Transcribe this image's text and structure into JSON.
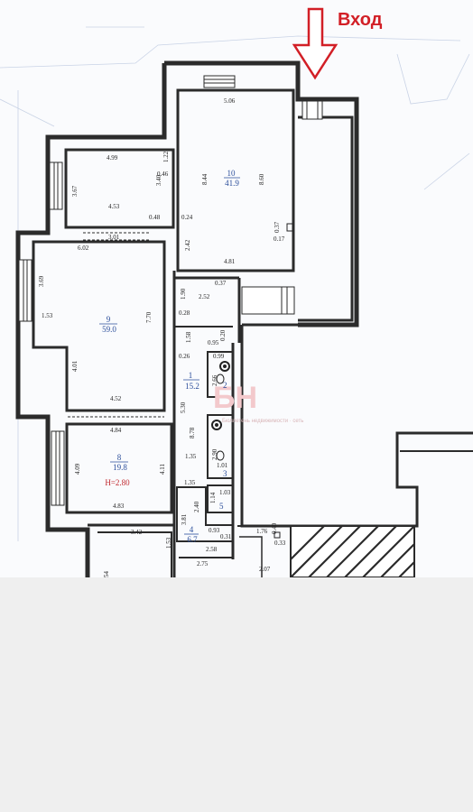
{
  "entry_label": "Вход",
  "watermark": {
    "logo": "БН",
    "subtitle": "Бюллетень недвижимости · сеть"
  },
  "rooms": [
    {
      "id": "r10",
      "number": "10",
      "area": "41.9"
    },
    {
      "id": "r9",
      "number": "9",
      "area": "59.0"
    },
    {
      "id": "r8",
      "number": "8",
      "area": "19.8",
      "height": "H=2.80"
    },
    {
      "id": "r1",
      "number": "1",
      "area": "15.2"
    },
    {
      "id": "r2",
      "number": "2"
    },
    {
      "id": "r3",
      "number": "3"
    },
    {
      "id": "r4",
      "number": "4",
      "area": "6.7"
    },
    {
      "id": "r5",
      "number": "5"
    }
  ],
  "dimensions": [
    "5.06",
    "8.44",
    "8.60",
    "0.37",
    "0.17",
    "4.81",
    "2.42",
    "0.24",
    "4.99",
    "0.46",
    "1.22",
    "3.67",
    "3.40",
    "4.53",
    "0.48",
    "3.01",
    "6.02",
    "3.69",
    "1.53",
    "7.70",
    "4.01",
    "4.52",
    "1.90",
    "2.52",
    "0.37",
    "0.28",
    "1.58",
    "0.26",
    "0.95",
    "0.20",
    "0.99",
    "2.66",
    "5.30",
    "8.78",
    "4.84",
    "4.09",
    "4.11",
    "4.83",
    "1.35",
    "2.90",
    "1.01",
    "1.35",
    "2.40",
    "1.14",
    "1.03",
    "3.81",
    "0.93",
    "0.31",
    "2.58",
    "1.76",
    "0.40",
    "0.33",
    "3.42",
    "1.53",
    "2.75",
    "2.07",
    "54"
  ]
}
